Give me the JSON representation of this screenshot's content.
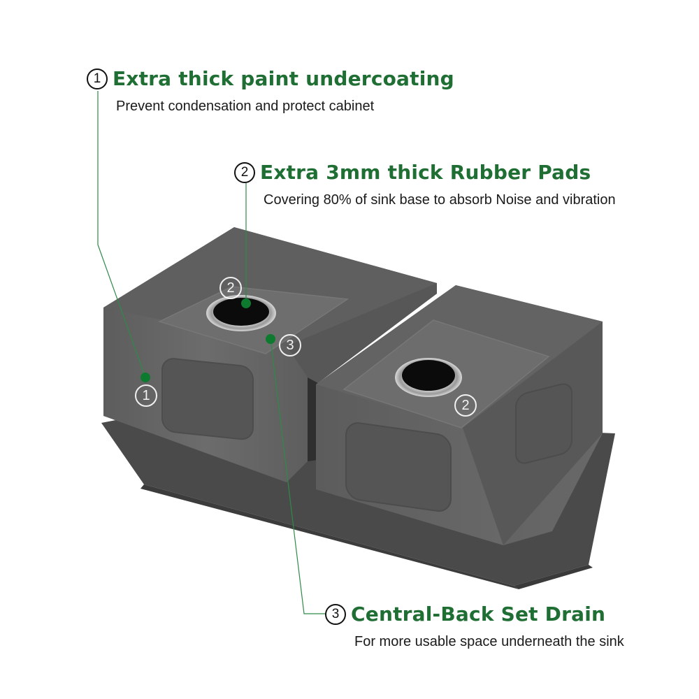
{
  "accent_color": "#1f6e33",
  "dot_color": "#0d7a30",
  "callouts": [
    {
      "number": "1",
      "title": "Extra thick paint undercoating",
      "description": "Prevent condensation and protect cabinet"
    },
    {
      "number": "2",
      "title": "Extra 3mm thick Rubber Pads",
      "description": "Covering 80% of sink base to absorb Noise and vibration"
    },
    {
      "number": "3",
      "title": "Central-Back Set Drain",
      "description": "For more usable space underneath the sink"
    }
  ],
  "markers": {
    "m1": "1",
    "m2_left": "2",
    "m3": "3",
    "m2_right": "2"
  }
}
